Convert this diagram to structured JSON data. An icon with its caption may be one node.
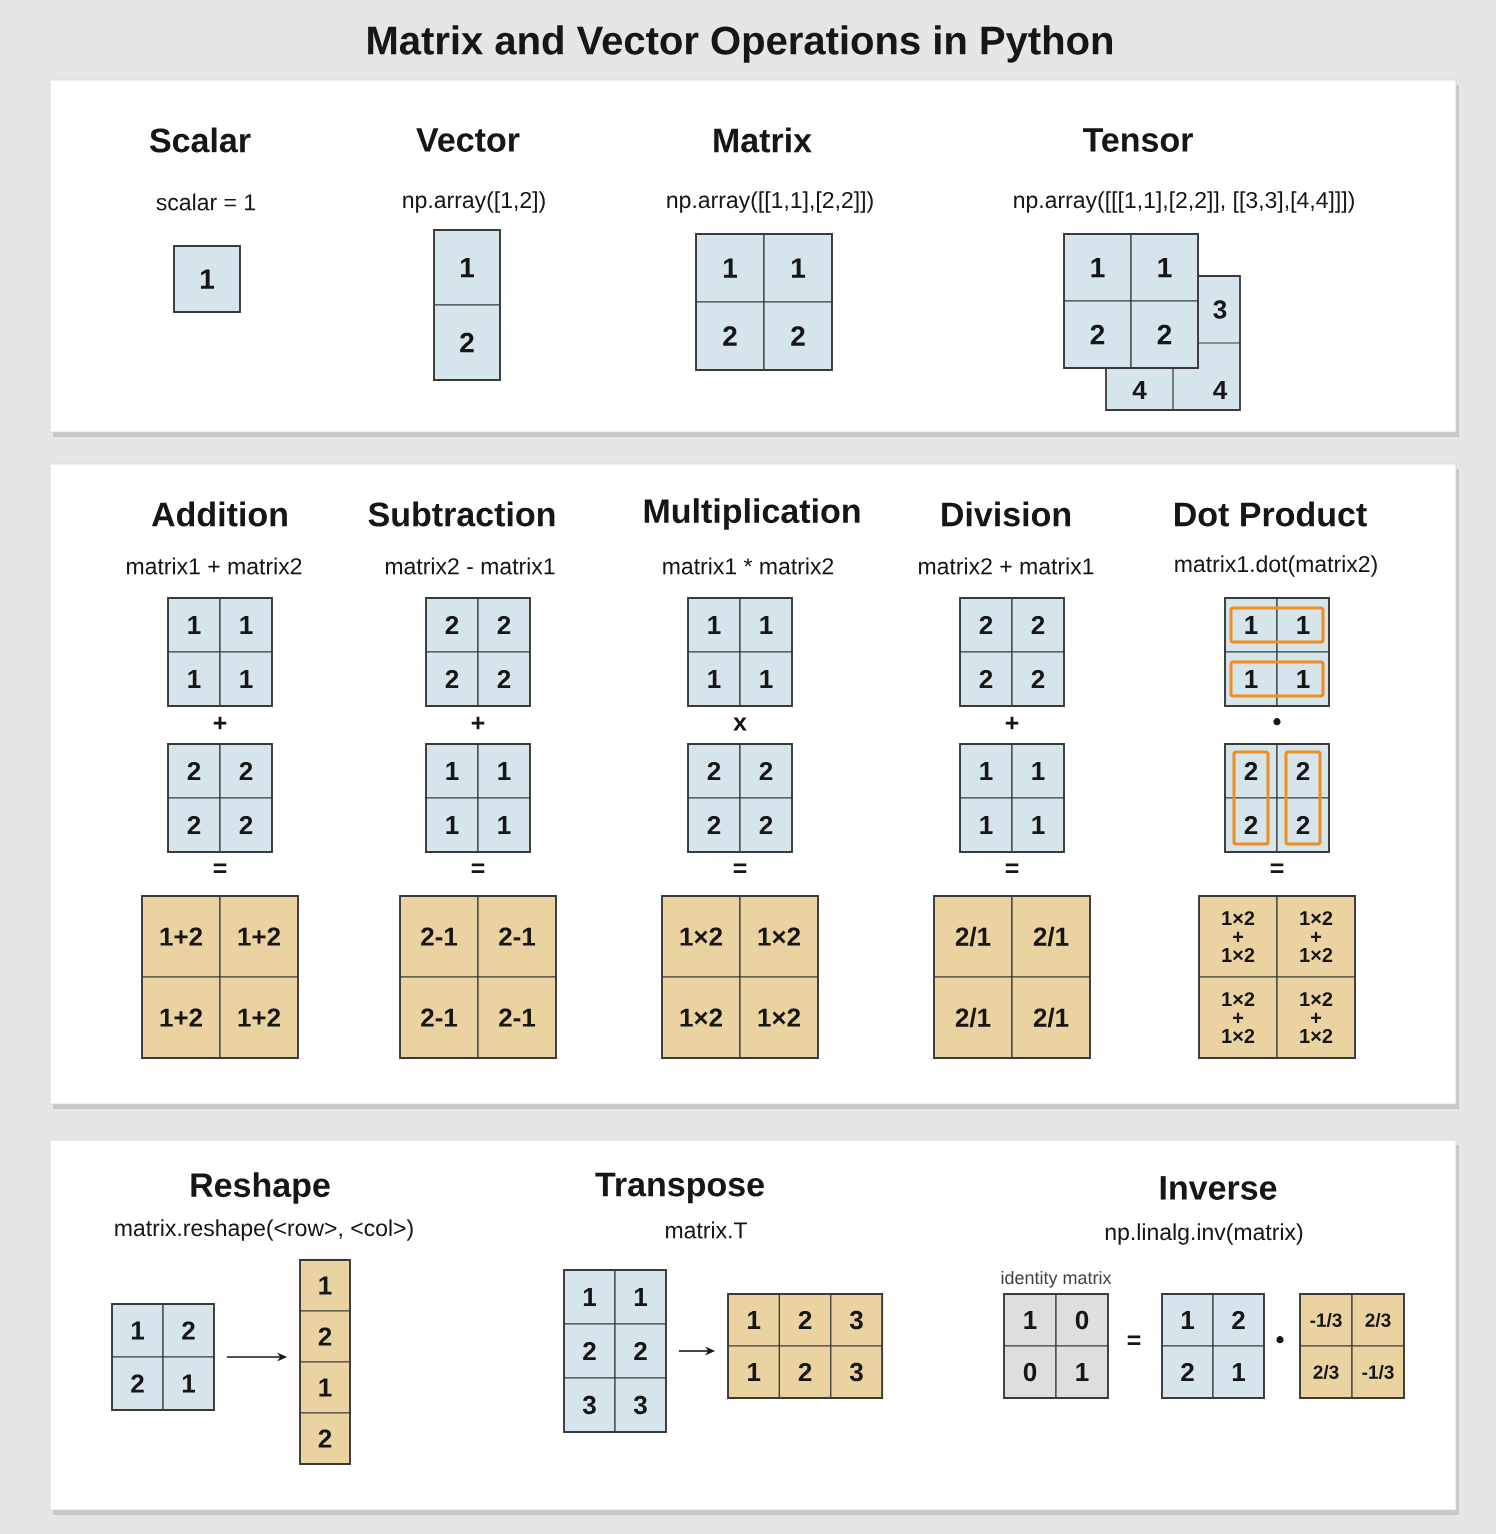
{
  "diagram": {
    "title": "Matrix and Vector Operations in Python",
    "nodes": [
      {
        "text": [],
        "shape": "box"
      },
      {
        "text": [
          "1"
        ],
        "in": 0
      },
      {
        "text": [
          "1",
          "2"
        ],
        "in": 0
      },
      {
        "text": [
          "1",
          "1",
          "2",
          "2"
        ],
        "in": 0
      },
      {
        "text": [
          "1",
          "1",
          "2",
          "2"
        ],
        "in": 0
      },
      {
        "text": [
          "3",
          "4",
          "4"
        ],
        "in": 0
      },
      {
        "text": [],
        "shape": "box"
      },
      {
        "text": [
          "1",
          "1",
          "1",
          "1"
        ],
        "in": 6
      },
      {
        "text": [
          "2",
          "2",
          "2",
          "2"
        ],
        "in": 6
      },
      {
        "text": [
          "1+2",
          "1+2",
          "1+2",
          "1+2"
        ],
        "in": 6
      },
      {
        "text": [
          "2",
          "2",
          "2",
          "2"
        ],
        "in": 6
      },
      {
        "text": [
          "1",
          "1",
          "1",
          "1"
        ],
        "in": 6
      },
      {
        "text": [
          "2-1",
          "2-1",
          "2-1",
          "2-1"
        ],
        "in": 6
      },
      {
        "text": [
          "1",
          "1",
          "1",
          "1"
        ],
        "in": 6
      },
      {
        "text": [
          "2",
          "2",
          "2",
          "2"
        ],
        "in": 6
      },
      {
        "text": [
          "1×2",
          "1×2",
          "1×2",
          "1×2"
        ],
        "in": 6
      },
      {
        "text": [
          "2",
          "2",
          "2",
          "2"
        ],
        "in": 6
      },
      {
        "text": [
          "1",
          "1",
          "1",
          "1"
        ],
        "in": 6
      },
      {
        "text": [
          "2/1",
          "2/1",
          "2/1",
          "2/1"
        ],
        "in": 6
      },
      {
        "text": [
          "1",
          "1",
          "1",
          "1"
        ],
        "in": 6
      },
      {
        "text": [
          "2",
          "2",
          "2",
          "2"
        ],
        "in": 6
      },
      {
        "text": [
          "1×2 + 1×2",
          "1×2 + 1×2",
          "1×2 + 1×2",
          "1×2 + 1×2"
        ],
        "in": 6
      },
      {
        "text": [],
        "shape": "box"
      },
      {
        "text": [
          "1",
          "2",
          "2",
          "1"
        ],
        "in": 22
      },
      {
        "text": [
          "1",
          "2",
          "1",
          "2"
        ],
        "in": 22
      },
      {
        "text": [
          "1",
          "1",
          "2",
          "2",
          "3",
          "3"
        ],
        "in": 22
      },
      {
        "text": [
          "1",
          "2",
          "3",
          "1",
          "2",
          "3"
        ],
        "in": 22
      },
      {
        "text": [
          "1",
          "0",
          "0",
          "1"
        ],
        "in": 22,
        "beside": [
          "identity matrix"
        ]
      },
      {
        "text": [
          "1",
          "2",
          "2",
          "1"
        ],
        "in": 22
      },
      {
        "text": [
          "-1/3",
          "2/3",
          "2/3",
          "-1/3"
        ],
        "in": 22
      }
    ],
    "edges": [
      {
        "from": 23,
        "to": 24,
        "arrow": "to"
      },
      {
        "from": 25,
        "to": 26,
        "arrow": "to"
      }
    ],
    "labels": [
      "Scalar",
      "scalar = 1",
      "Vector",
      "np.array([1,2])",
      "Matrix",
      "np.array([[1,1],[2,2]])",
      "Tensor",
      "np.array([[[1,1],[2,2]], [[3,3],[4,4]]])",
      "Addition",
      "matrix1 + matrix2",
      "+",
      "=",
      "Subtraction",
      "matrix2 - matrix1",
      "+",
      "=",
      "Multiplication",
      "matrix1 * matrix2",
      "x",
      "=",
      "Division",
      "matrix2 + matrix1",
      "+",
      "=",
      "Dot Product",
      "matrix1.dot(matrix2)",
      "•",
      "=",
      "Reshape",
      "matrix.reshape(<row>, <col>)",
      "Transpose",
      "matrix.T",
      "Inverse",
      "np.linalg.inv(matrix)",
      "=",
      "•"
    ]
  }
}
